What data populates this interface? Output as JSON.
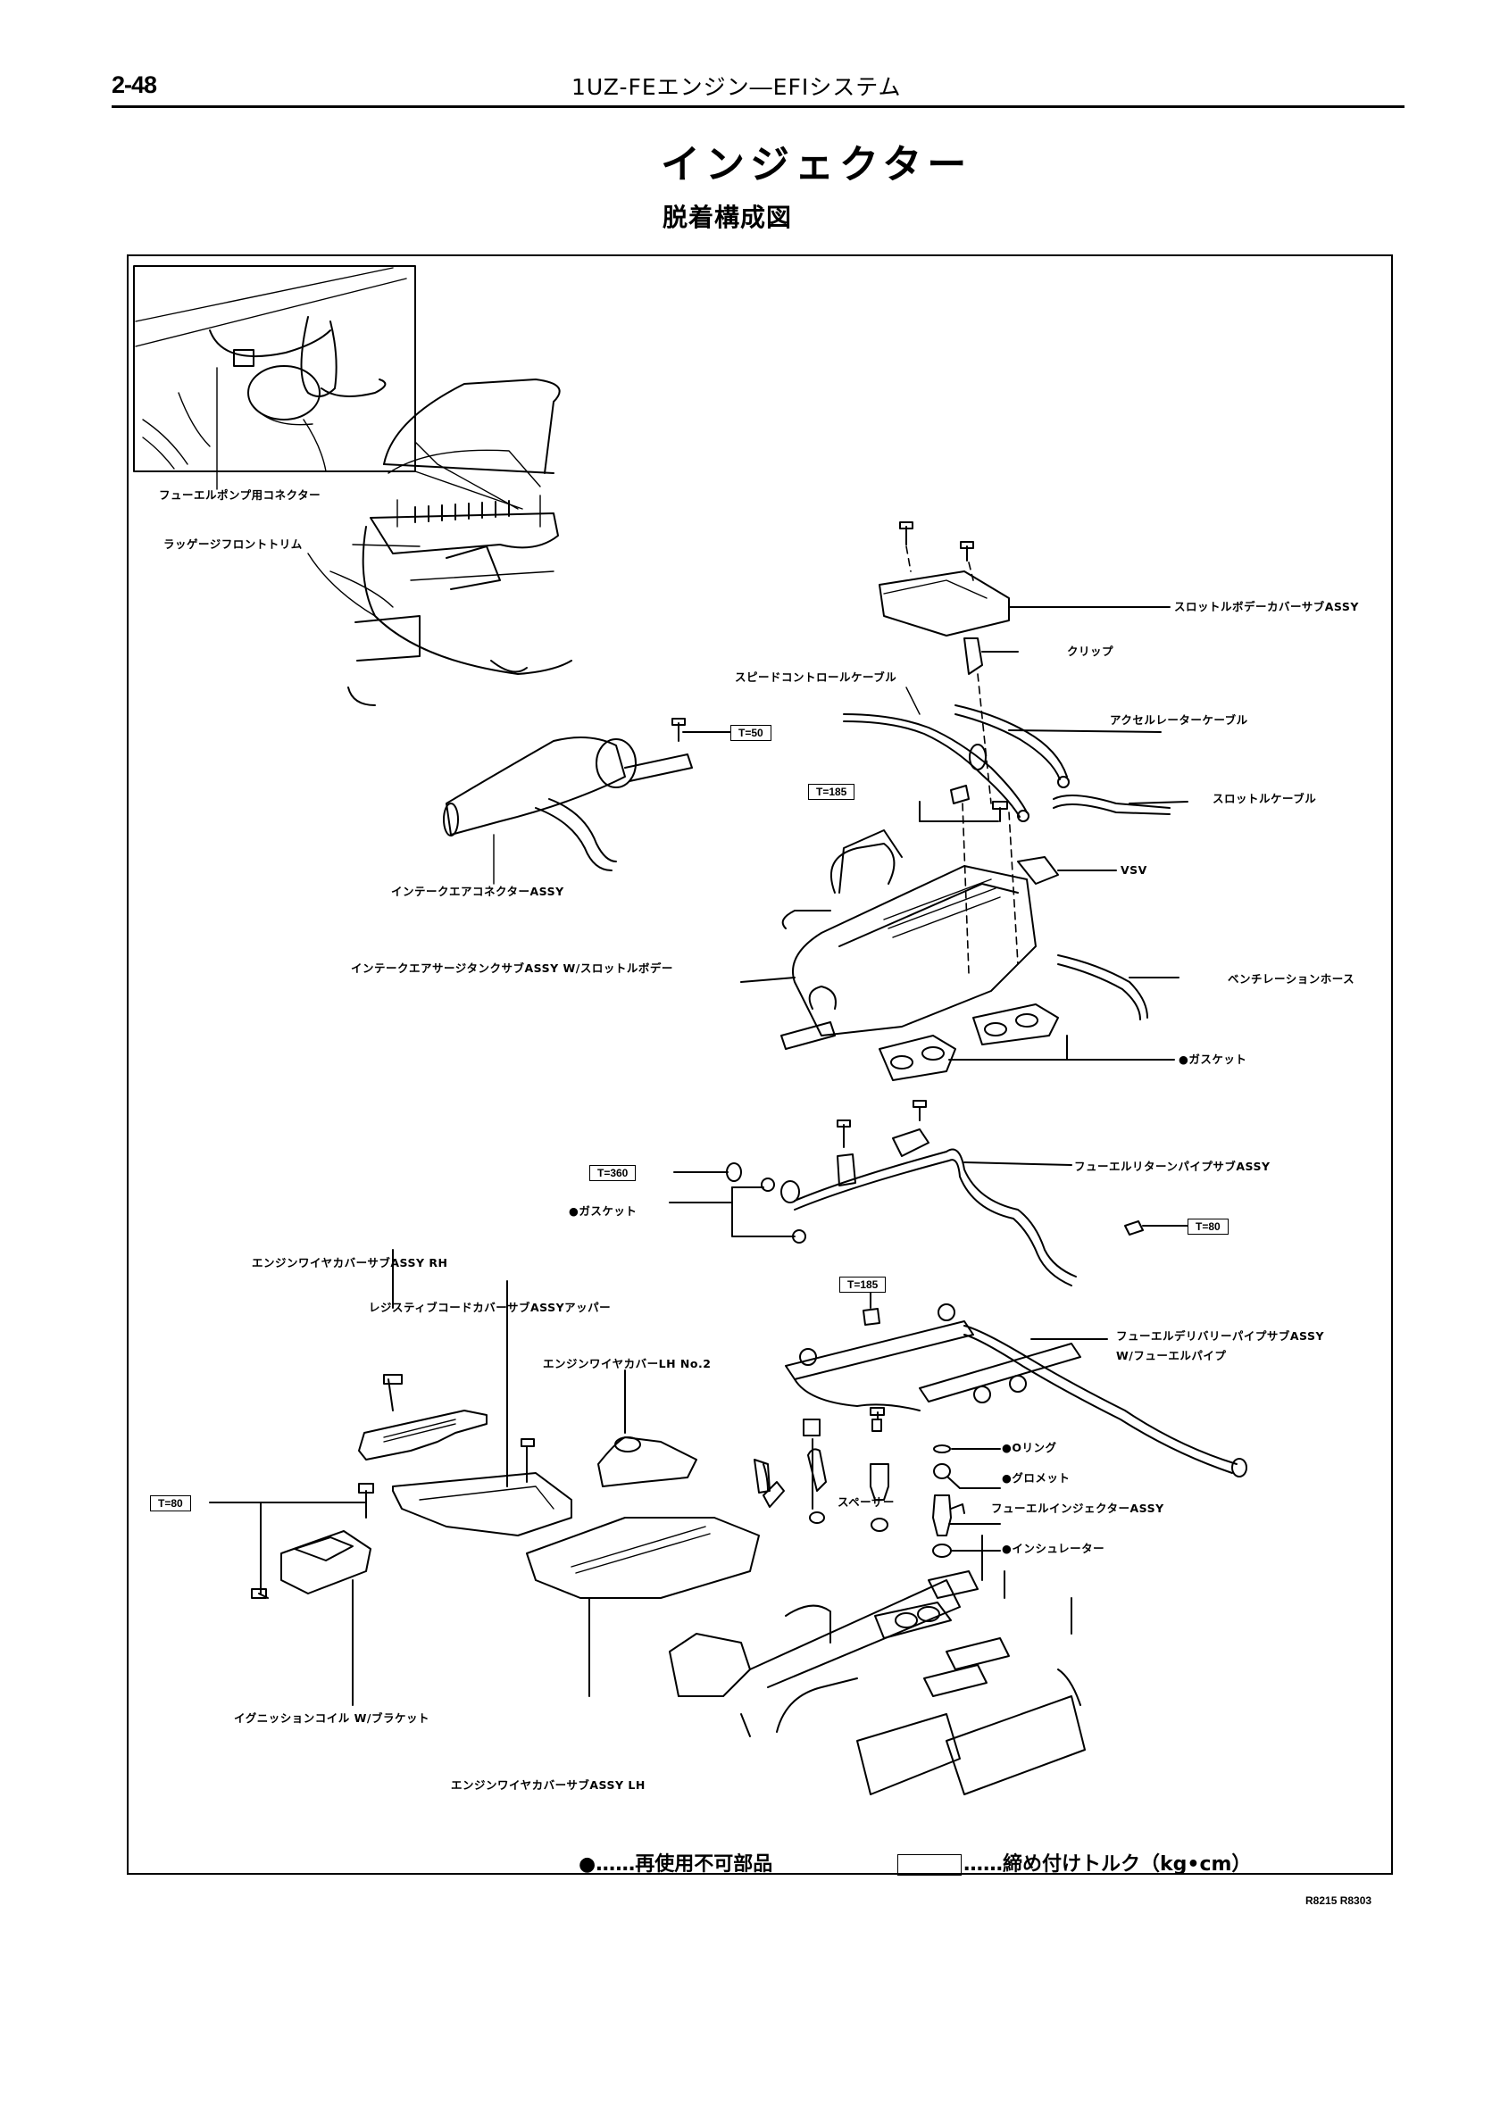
{
  "header": {
    "page_number": "2-48",
    "running_title": "1UZ-FEエンジン―EFIシステム"
  },
  "title": "インジェクター",
  "subtitle": "脱着構成図",
  "labels": {
    "fuel_pump_connector": "フューエルポンプ用コネクター",
    "luggage_front_trim": "ラッゲージフロントトリム",
    "throttle_body_cover": "スロットルボデーカバーサブASSY",
    "clip": "クリップ",
    "speed_control_cable": "スピードコントロールケーブル",
    "accelerator_cable": "アクセルレーターケーブル",
    "throttle_cable": "スロットルケーブル",
    "intake_air_connector": "インテークエアコネクターASSY",
    "vsv": "VSV",
    "surge_tank": "インテークエアサージタンクサブASSY W/スロットルボデー",
    "ventilation_hose": "ベンチレーションホース",
    "gasket_upper": "●ガスケット",
    "fuel_return_pipe": "フューエルリターンパイプサブASSY",
    "gasket_lower": "●ガスケット",
    "wire_cover_rh": "エンジンワイヤカバーサブASSY RH",
    "resistive_cord_cover": "レジスティブコードカバーサブASSYアッパー",
    "wire_cover_lh_no2": "エンジンワイヤカバーLH No.2",
    "delivery_pipe_line1": "フューエルデリバリーパイプサブASSY",
    "delivery_pipe_line2": "W/フューエルパイプ",
    "o_ring": "●Oリング",
    "grommet": "●グロメット",
    "spacer": "スペーサー",
    "fuel_injector": "フューエルインジェクターASSY",
    "insulator": "●インシュレーター",
    "ignition_coil": "イグニッションコイル  W/ブラケット",
    "wire_cover_lh": "エンジンワイヤカバーサブASSY LH"
  },
  "torques": {
    "intake_connector_bolt": "T=50",
    "surge_tank_nut": "T=185",
    "return_pipe_union": "T=360",
    "return_pipe_bolt": "T=80",
    "delivery_pipe_nut": "T=185",
    "ignition_coil_bolt": "T=80"
  },
  "legend": {
    "non_reusable": "●……再使用不可部品",
    "torque_unit": "……締め付けトルク（kg•cm）"
  },
  "figure_codes": "R8215  R8303"
}
